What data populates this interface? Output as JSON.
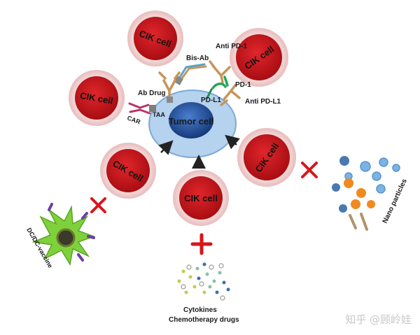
{
  "cells": {
    "cik": "CIK cell",
    "tumor": "Tumor cell"
  },
  "labels": {
    "bis_ab": "Bis-Ab",
    "anti_pd1": "Anti PD-1",
    "pd1": "PD-1",
    "pd_l1": "PD-L1",
    "anti_pd_l1": "Anti PD-L1",
    "ab_drug": "Ab Drug",
    "car": "CAR",
    "taa": "TAA",
    "dc_vaccine": "DC/DC-vaccine",
    "nano": "Nano particles",
    "cytokines": "Cytokines",
    "chemo": "Chemotherapy drugs"
  },
  "watermark": "知乎 @顾岭娃",
  "colors": {
    "cik_fill": "#c8141a",
    "cik_halo": "#f3d9d9",
    "tumor_halo": "#a9c9ea",
    "tumor_core": "#1f4e9c",
    "plus": "#d6161b",
    "antibody": "#c7955a"
  }
}
